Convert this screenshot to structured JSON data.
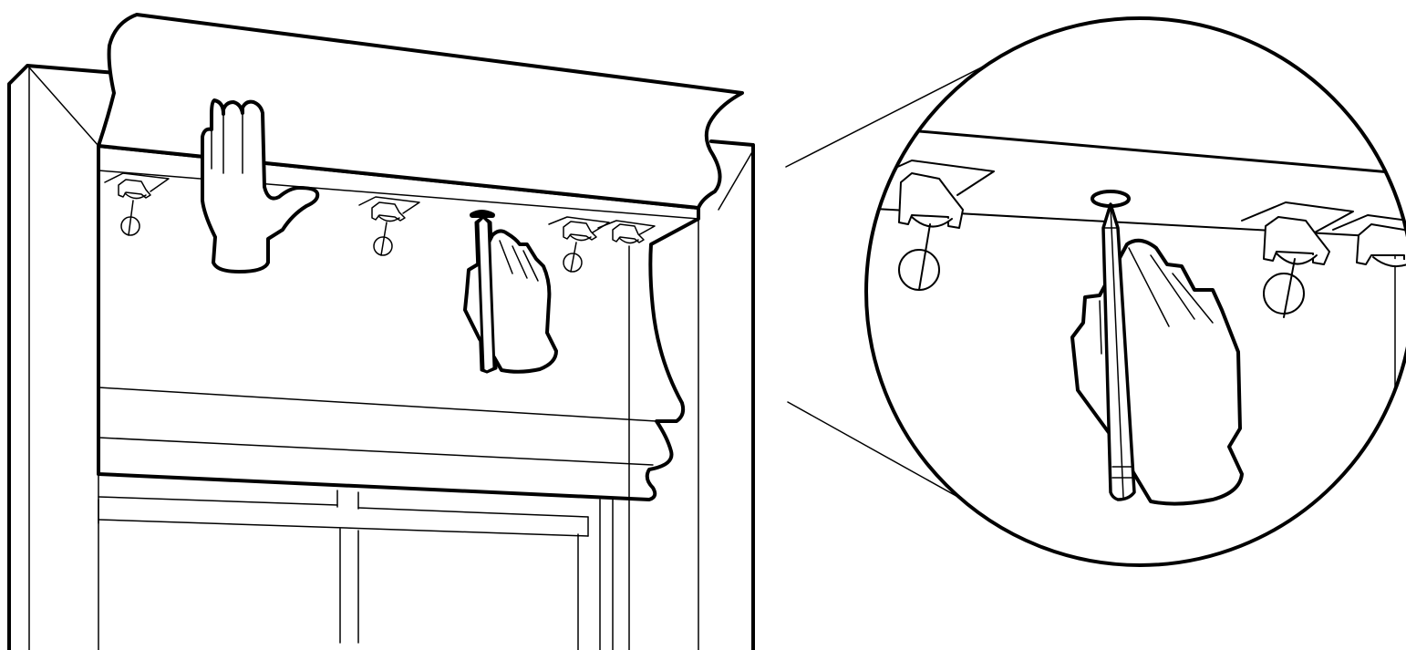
{
  "figure": {
    "kind": "installation-illustration",
    "background": "#ffffff",
    "line_color": "#000000",
    "fill_color": "#ffffff",
    "views": [
      "overview",
      "detail-magnified"
    ]
  }
}
